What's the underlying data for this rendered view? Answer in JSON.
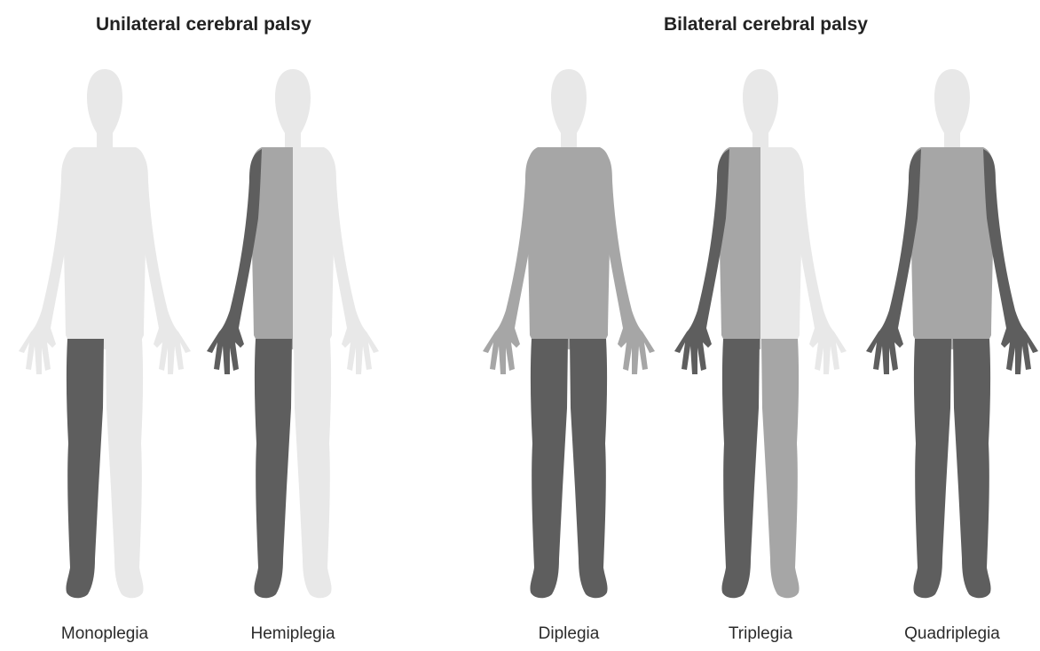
{
  "groups": [
    {
      "title": "Unilateral cerebral palsy"
    },
    {
      "title": "Bilateral cerebral palsy"
    }
  ],
  "colors": {
    "light": "#e8e8e8",
    "medium": "#a6a6a6",
    "dark": "#5e5e5e"
  },
  "figures": [
    {
      "label": "Monoplegia",
      "shade": {
        "head": "light",
        "trunkR": "light",
        "trunkL": "light",
        "armR": "light",
        "armL": "light",
        "legR": "dark",
        "legL": "light",
        "hipR": "light",
        "hipL": "light"
      }
    },
    {
      "label": "Hemiplegia",
      "shade": {
        "head": "light",
        "trunkR": "medium",
        "trunkL": "light",
        "armR": "dark",
        "armL": "light",
        "legR": "dark",
        "legL": "light",
        "hipR": "medium",
        "hipL": "light"
      }
    },
    {
      "label": "Diplegia",
      "shade": {
        "head": "light",
        "trunkR": "medium",
        "trunkL": "medium",
        "armR": "medium",
        "armL": "medium",
        "legR": "dark",
        "legL": "dark",
        "hipR": "medium",
        "hipL": "medium"
      }
    },
    {
      "label": "Triplegia",
      "shade": {
        "head": "light",
        "trunkR": "medium",
        "trunkL": "light",
        "armR": "dark",
        "armL": "light",
        "legR": "dark",
        "legL": "medium",
        "hipR": "medium",
        "hipL": "light"
      }
    },
    {
      "label": "Quadriplegia",
      "shade": {
        "head": "light",
        "trunkR": "medium",
        "trunkL": "medium",
        "armR": "dark",
        "armL": "dark",
        "legR": "dark",
        "legL": "dark",
        "hipR": "medium",
        "hipL": "medium"
      }
    }
  ]
}
